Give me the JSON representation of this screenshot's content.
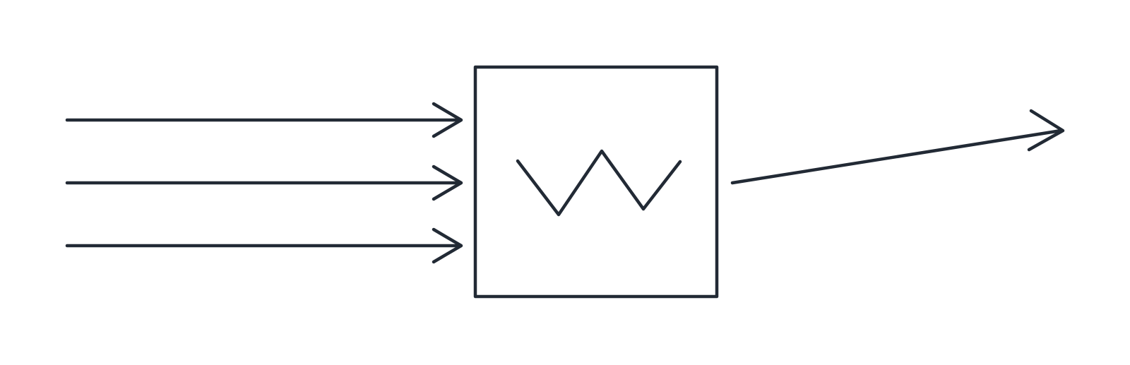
{
  "diagram": {
    "stroke_color": "#222a35",
    "background_color": "#ffffff",
    "input_arrow_count": 3,
    "output_arrow_count": 1,
    "block_symbol": "zigzag-waveform"
  }
}
